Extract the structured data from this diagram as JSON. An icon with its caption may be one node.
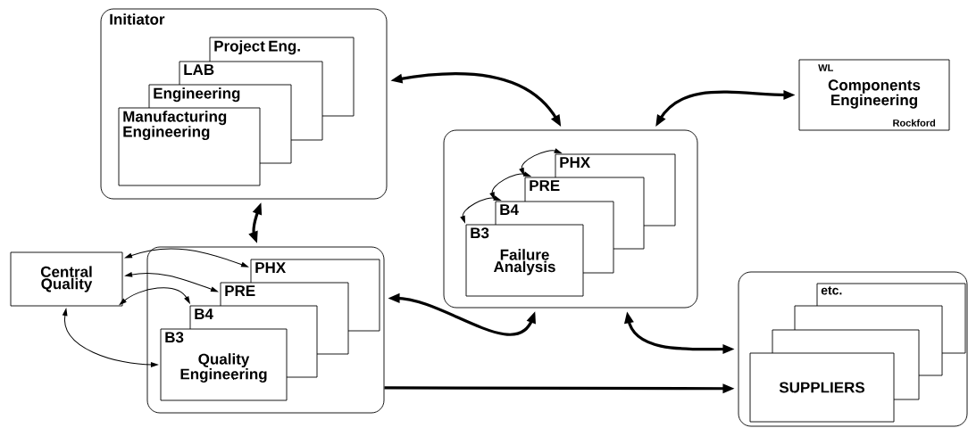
{
  "diagram": {
    "nodes": [
      {
        "text": [
          "Initiator"
        ]
      },
      {
        "text": [
          "Project Eng."
        ],
        "in": 0
      },
      {
        "text": [
          "LAB"
        ],
        "in": 0
      },
      {
        "text": [
          "Engineering"
        ],
        "in": 0
      },
      {
        "text": [
          "Manufacturing Engineering"
        ],
        "in": 0
      },
      {
        "text": [
          "WL",
          "Components Engineering",
          "Rockford"
        ]
      },
      {
        "text": [],
        "shape": "box"
      },
      {
        "text": [
          "PHX"
        ],
        "in": 6
      },
      {
        "text": [
          "PRE"
        ],
        "in": 6
      },
      {
        "text": [
          "B4"
        ],
        "in": 6
      },
      {
        "text": [
          "B3",
          "Failure Analysis"
        ],
        "in": 6
      },
      {
        "text": [
          "Central Quality"
        ]
      },
      {
        "text": [],
        "shape": "box"
      },
      {
        "text": [
          "PHX"
        ],
        "in": 12
      },
      {
        "text": [
          "PRE"
        ],
        "in": 12
      },
      {
        "text": [
          "B4"
        ],
        "in": 12
      },
      {
        "text": [
          "B3",
          "Quality Engineering"
        ],
        "in": 12
      },
      {
        "text": [],
        "shape": "box"
      },
      {
        "text": [
          "etc."
        ],
        "in": 17
      },
      {
        "text": [],
        "shape": "box",
        "in": 17
      },
      {
        "text": [],
        "shape": "box",
        "in": 17
      },
      {
        "text": [
          "SUPPLIERS"
        ],
        "in": 17
      }
    ],
    "edges": [
      {
        "from": 0,
        "to": 6,
        "arrow": "both",
        "style": "thick"
      },
      {
        "from": 5,
        "to": 6,
        "arrow": "both",
        "style": "thick"
      },
      {
        "from": 0,
        "to": 12,
        "arrow": "both",
        "style": "thick"
      },
      {
        "from": 12,
        "to": 6,
        "arrow": "both",
        "style": "thick"
      },
      {
        "from": 6,
        "to": 17,
        "arrow": "both",
        "style": "thick"
      },
      {
        "from": 12,
        "to": 17,
        "arrow": "to",
        "style": "thick"
      },
      {
        "from": 11,
        "to": 13,
        "arrow": "both"
      },
      {
        "from": 11,
        "to": 14,
        "arrow": "both"
      },
      {
        "from": 11,
        "to": 15,
        "arrow": "both"
      },
      {
        "from": 11,
        "to": 16,
        "arrow": "both"
      },
      {
        "from": 8,
        "to": 7,
        "arrow": "both"
      },
      {
        "from": 9,
        "to": 8,
        "arrow": "both"
      },
      {
        "from": 10,
        "to": 9,
        "arrow": "both"
      }
    ]
  }
}
